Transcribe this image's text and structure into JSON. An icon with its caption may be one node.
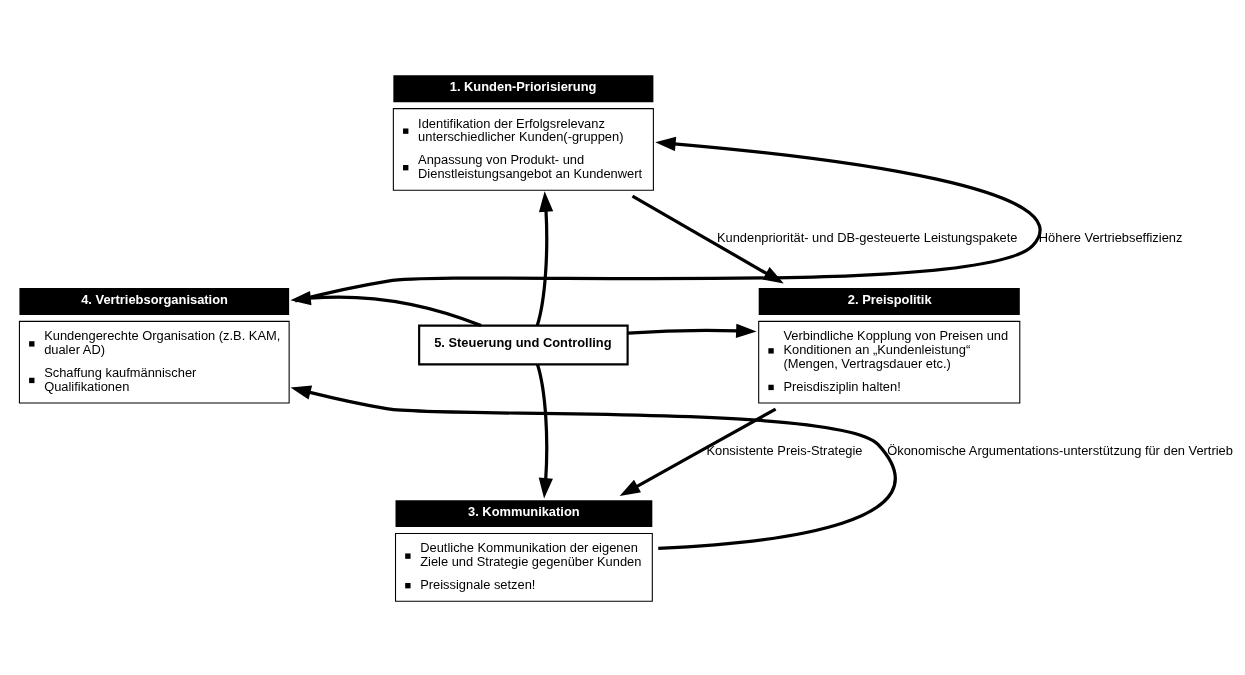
{
  "diagram": {
    "nodes": [
      {
        "text": [
          "1. Kunden-Priorisierung",
          "Identifikation der Erfolgsrelevanz unterschiedlicher Kunden(-gruppen)",
          "Anpassung von Produkt- und Dienstleistungsangebot an Kundenwert"
        ]
      },
      {
        "text": [
          "4. Vertriebsorganisation",
          "Kundengerechte Organisation (z.B. KAM, dualer AD)",
          "Schaffung kaufmännischer Qualifikationen"
        ]
      },
      {
        "text": [
          "5. Steuerung und Controlling"
        ]
      },
      {
        "text": [
          "2. Preispolitik",
          "Verbindliche Kopplung von Preisen und Konditionen an „Kundenleistung“ (Mengen, Vertragsdauer etc.)",
          "Preisdisziplin halten!"
        ]
      },
      {
        "text": [
          "3. Kommunikation",
          "Deutliche Kommunikation der eigenen Ziele und Strategie gegenüber Kunden",
          "Preissignale setzen!"
        ]
      }
    ],
    "edges": [
      {
        "from": 1,
        "to": 0,
        "arrow": "to",
        "label": "Höhere Vertriebseffizienz"
      },
      {
        "from": 0,
        "to": 3,
        "arrow": "to",
        "label": "Kundenpriorität- und DB-gesteuerte Leistungspakete"
      },
      {
        "from": 3,
        "to": 4,
        "arrow": "to",
        "label": "Konsistente Preis-Strategie"
      },
      {
        "from": 4,
        "to": 1,
        "arrow": "to",
        "label": "Ökonomische Argumentations-unterstützung für den Vertrieb"
      },
      {
        "from": 2,
        "to": 0,
        "arrow": "to"
      },
      {
        "from": 2,
        "to": 1,
        "arrow": "to"
      },
      {
        "from": 2,
        "to": 3,
        "arrow": "to"
      },
      {
        "from": 2,
        "to": 4,
        "arrow": "to"
      }
    ]
  }
}
